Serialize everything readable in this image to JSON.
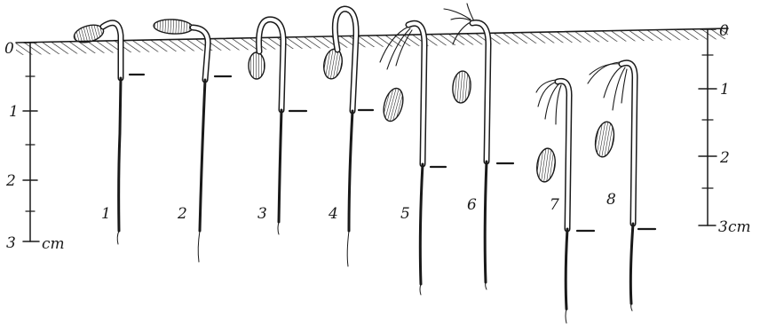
{
  "figure": {
    "left_scale": {
      "ticks": [
        "0",
        "1",
        "2",
        "3"
      ],
      "unit": "cm"
    },
    "right_scale": {
      "ticks": [
        "0",
        "1",
        "2",
        "3"
      ],
      "unit": "cm"
    },
    "seedlings": [
      {
        "number": "1"
      },
      {
        "number": "2"
      },
      {
        "number": "3"
      },
      {
        "number": "4"
      },
      {
        "number": "5"
      },
      {
        "number": "6"
      },
      {
        "number": "7"
      },
      {
        "number": "8"
      }
    ]
  }
}
